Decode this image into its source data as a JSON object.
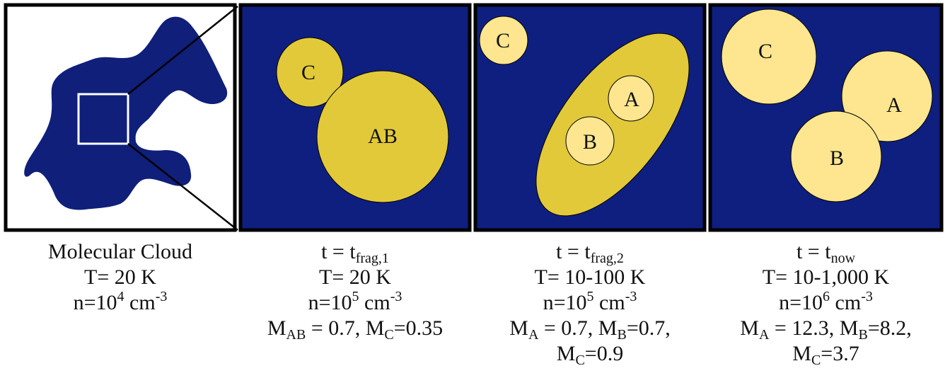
{
  "colors": {
    "cloud": "#0f1f7a",
    "panel_bg": "#0f1f80",
    "dense_core": "#e2c93a",
    "protostar": "#fde68f",
    "frame": "#000000",
    "zoom_box": "#ffffff"
  },
  "panels": [
    {
      "id": "molecular-cloud",
      "labels": [],
      "caption": [
        {
          "parts": [
            {
              "t": "Molecular Cloud"
            }
          ]
        },
        {
          "parts": [
            {
              "t": "T= 20 K"
            }
          ]
        },
        {
          "parts": [
            {
              "t": "n=10"
            },
            {
              "t": "4",
              "sup": true
            },
            {
              "t": " cm"
            },
            {
              "t": "-3",
              "sup": true
            }
          ]
        }
      ]
    },
    {
      "id": "t-frag-1",
      "labels": [
        "C",
        "AB"
      ],
      "caption": [
        {
          "parts": [
            {
              "t": "t = t"
            },
            {
              "t": "frag,1",
              "sub": true
            }
          ]
        },
        {
          "parts": [
            {
              "t": "T= 20 K"
            }
          ]
        },
        {
          "parts": [
            {
              "t": "n=10"
            },
            {
              "t": "5",
              "sup": true
            },
            {
              "t": " cm"
            },
            {
              "t": "-3",
              "sup": true
            }
          ]
        },
        {
          "parts": [
            {
              "t": "M"
            },
            {
              "t": "AB",
              "sub": true
            },
            {
              "t": " = 0.7, M"
            },
            {
              "t": "C",
              "sub": true
            },
            {
              "t": "=0.35"
            }
          ]
        }
      ]
    },
    {
      "id": "t-frag-2",
      "labels": [
        "C",
        "A",
        "B"
      ],
      "caption": [
        {
          "parts": [
            {
              "t": "t = t"
            },
            {
              "t": "frag,2",
              "sub": true
            }
          ]
        },
        {
          "parts": [
            {
              "t": "T= 10-100 K"
            }
          ]
        },
        {
          "parts": [
            {
              "t": "n=10"
            },
            {
              "t": "5",
              "sup": true
            },
            {
              "t": " cm"
            },
            {
              "t": "-3",
              "sup": true
            }
          ]
        },
        {
          "parts": [
            {
              "t": "M"
            },
            {
              "t": "A",
              "sub": true
            },
            {
              "t": " = 0.7, M"
            },
            {
              "t": "B",
              "sub": true
            },
            {
              "t": "=0.7,"
            }
          ]
        },
        {
          "parts": [
            {
              "t": "M"
            },
            {
              "t": "C",
              "sub": true
            },
            {
              "t": "=0.9"
            }
          ]
        }
      ]
    },
    {
      "id": "t-now",
      "labels": [
        "C",
        "A",
        "B"
      ],
      "caption": [
        {
          "parts": [
            {
              "t": "t = t"
            },
            {
              "t": "now",
              "sub": true
            }
          ]
        },
        {
          "parts": [
            {
              "t": "T= 10-1,000 K"
            }
          ]
        },
        {
          "parts": [
            {
              "t": "n=10"
            },
            {
              "t": "6",
              "sup": true
            },
            {
              "t": " cm"
            },
            {
              "t": "-3",
              "sup": true
            }
          ]
        },
        {
          "parts": [
            {
              "t": "M"
            },
            {
              "t": "A",
              "sub": true
            },
            {
              "t": " = 12.3, M"
            },
            {
              "t": "B",
              "sub": true
            },
            {
              "t": "=8.2,"
            }
          ]
        },
        {
          "parts": [
            {
              "t": "M"
            },
            {
              "t": "C",
              "sub": true
            },
            {
              "t": "=3.7"
            }
          ]
        }
      ]
    }
  ]
}
